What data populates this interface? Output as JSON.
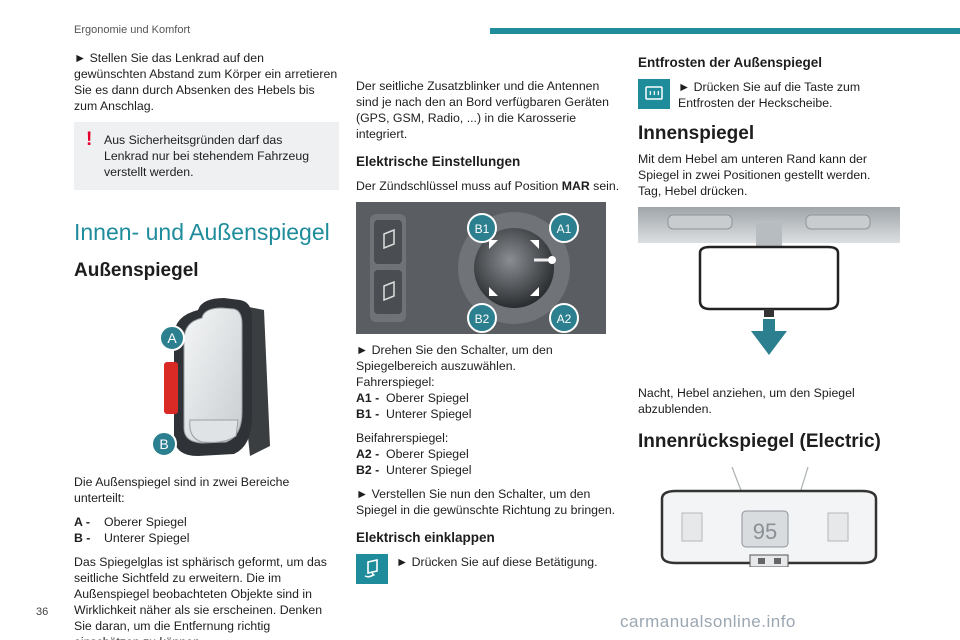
{
  "header": {
    "title": "Ergonomie und Komfort"
  },
  "footer": {
    "page_number": "36",
    "watermark": "carmanualsonline.info"
  },
  "colors": {
    "accent": "#1f8c9c",
    "warning": "#e4002b",
    "note_bg": "#eef0f2"
  },
  "col1": {
    "steering_step": "► Stellen Sie das Lenkrad auf den gewünschten Abstand zum Körper ein arretieren Sie es dann durch Absenken des Hebels bis zum Anschlag.",
    "warning_mark": "!",
    "warning_text": "Aus Sicherheitsgründen darf das Lenkrad nur bei stehendem Fahrzeug verstellt werden.",
    "section_title": "Innen- und Außenspiegel",
    "outer_mirror_title": "Außenspiegel",
    "figure_labels": {
      "a": "A",
      "b": "B"
    },
    "areas_intro": "Die Außenspiegel sind in zwei Bereiche unterteilt:",
    "areas": [
      {
        "key": "A -",
        "value": "Oberer Spiegel"
      },
      {
        "key": "B -",
        "value": "Unterer Spiegel"
      }
    ],
    "glass_text": "Das Spiegelglas ist sphärisch geformt, um das seitliche Sichtfeld zu erweitern. Die im Außenspiegel beobachteten Objekte sind in Wirklichkeit näher als sie erscheinen. Denken Sie daran, um die Entfernung richtig einschätzen zu können."
  },
  "col2": {
    "intro": "Der seitliche Zusatzblinker und die Antennen sind je nach den an Bord verfügbaren Geräten (GPS, GSM, Radio, ...) in die Karosserie integriert.",
    "electric_title": "Elektrische Einstellungen",
    "ignition_text_pre": "Der Zündschlüssel muss auf Position ",
    "ignition_key": "MAR",
    "ignition_text_post": " sein.",
    "knob_labels": {
      "b1": "B1",
      "a1": "A1",
      "b2": "B2",
      "a2": "A2"
    },
    "turn_step": "► Drehen Sie den Schalter, um den Spiegelbereich auszuwählen.",
    "driver_label": "Fahrerspiegel:",
    "driver_list": [
      {
        "key": "A1 -",
        "value": "Oberer Spiegel"
      },
      {
        "key": "B1 -",
        "value": "Unterer Spiegel"
      }
    ],
    "passenger_label": "Beifahrerspiegel:",
    "passenger_list": [
      {
        "key": "A2 -",
        "value": "Oberer Spiegel"
      },
      {
        "key": "B2 -",
        "value": "Unterer Spiegel"
      }
    ],
    "adjust_step": "► Verstellen Sie nun den Schalter, um den Spiegel in die gewünschte Richtung zu bringen.",
    "fold_title": "Elektrisch einklappen",
    "fold_step": "► Drücken Sie auf diese Betätigung."
  },
  "col3": {
    "defrost_title": "Entfrosten der Außenspiegel",
    "defrost_step": "► Drücken Sie auf die Taste zum Entfrosten der Heckscheibe.",
    "inner_title": "Innenspiegel",
    "inner_text": "Mit dem Hebel am unteren Rand kann der Spiegel in zwei Positionen gestellt werden.",
    "day_text": "Tag, Hebel drücken.",
    "night_text": "Nacht, Hebel anziehen, um den Spiegel abzublenden.",
    "electric_mirror_title": "Innenrückspiegel (Electric)",
    "display_value": "95"
  }
}
